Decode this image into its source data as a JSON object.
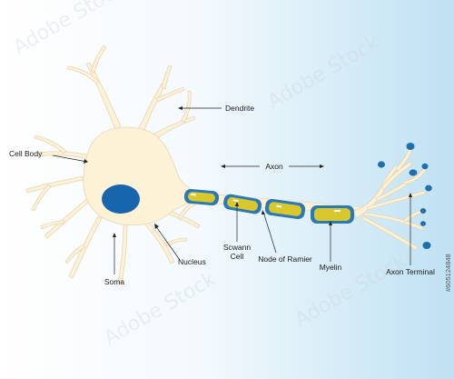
{
  "labels": {
    "dendrite": "Dendrite",
    "cell_body": "Cell Body",
    "axon": "Axon",
    "nucleus": "Nucleus",
    "soma": "Soma",
    "schwann_line1": "Scwann",
    "schwann_line2": "Cell",
    "node": "Node of Ramier",
    "myelin": "Myelin",
    "axon_terminal": "Axon Terminal"
  },
  "watermark": {
    "stock_id": "#605124848",
    "repeated_mark": "Adobe Stock"
  },
  "colors": {
    "background_left": "#ffffff",
    "background_right": "#bfe1f3",
    "neuron_fill": "#fdf1d6",
    "neuron_outline": "#e6d6b4",
    "nucleus": "#1765ad",
    "myelin_outer": "#2a78b5",
    "myelin_inner": "#d9c72e",
    "terminal_knob": "#1f6fae"
  }
}
